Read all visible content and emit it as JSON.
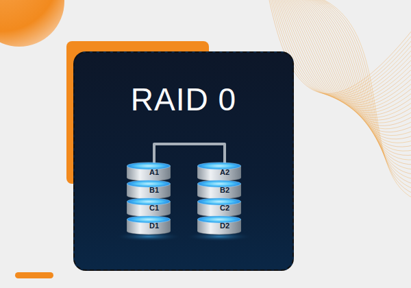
{
  "diagram": {
    "title": "RAID 0",
    "nodes": [
      {
        "text": [
          "A1"
        ]
      },
      {
        "text": [
          "A2"
        ]
      },
      {
        "text": [
          "B1"
        ]
      },
      {
        "text": [
          "B2"
        ]
      },
      {
        "text": [
          "C1"
        ]
      },
      {
        "text": [
          "C2"
        ]
      },
      {
        "text": [
          "D1"
        ]
      },
      {
        "text": [
          "D2"
        ]
      }
    ],
    "edges": [
      {
        "from": 0,
        "to": 1,
        "arrow": "none"
      }
    ]
  }
}
